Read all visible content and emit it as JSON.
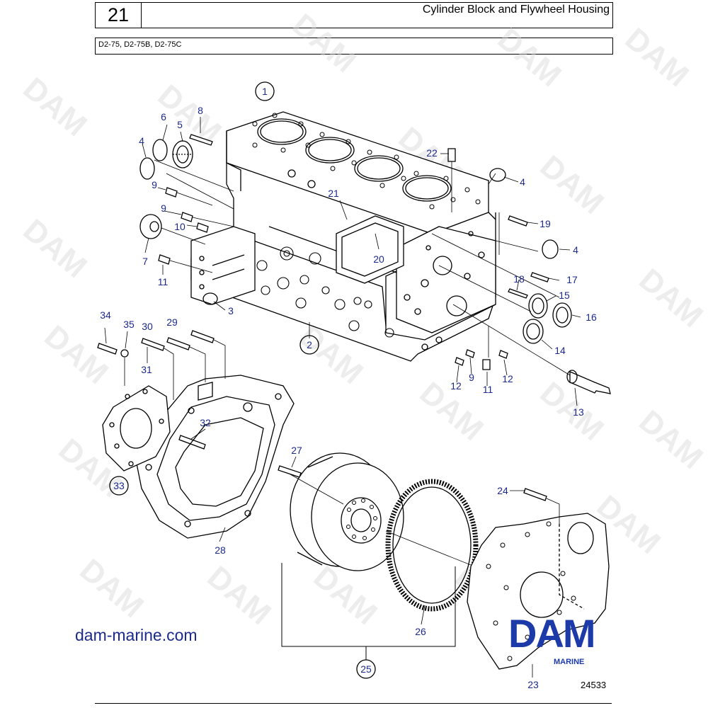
{
  "header": {
    "page_number": "21",
    "title": "Cylinder Block and Flywheel Housing",
    "models": "D2-75, D2-75B, D2-75C"
  },
  "watermark": "DAM",
  "footer": {
    "website": "dam-marine.com",
    "logo": "DAM",
    "logo_subtitle": "MARINE",
    "drawing_number": "24533"
  },
  "callouts": {
    "c1": "1",
    "c2": "2",
    "c3": "3",
    "c4a": "4",
    "c4b": "4",
    "c4c": "4",
    "c5": "5",
    "c6": "6",
    "c7": "7",
    "c8": "8",
    "c9a": "9",
    "c9b": "9",
    "c9c": "9",
    "c10": "10",
    "c11a": "11",
    "c11b": "11",
    "c12a": "12",
    "c12b": "12",
    "c13": "13",
    "c14": "14",
    "c15": "15",
    "c16": "16",
    "c17": "17",
    "c18": "18",
    "c19": "19",
    "c20": "20",
    "c21": "21",
    "c22": "22",
    "c23": "23",
    "c24": "24",
    "c25": "25",
    "c26": "26",
    "c27": "27",
    "c28": "28",
    "c29": "29",
    "c30": "30",
    "c31": "31",
    "c32": "32",
    "c33": "33",
    "c34": "34",
    "c35": "35"
  },
  "colors": {
    "label": "#1c2a8c",
    "line": "#000000",
    "logo": "#1c3aa8"
  }
}
